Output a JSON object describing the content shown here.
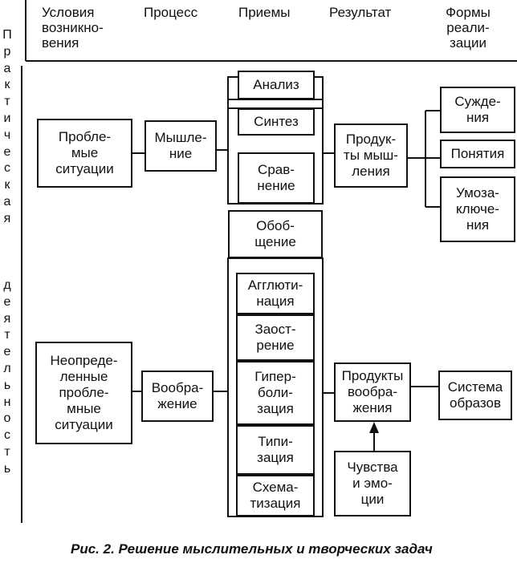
{
  "columns": {
    "conditions": "Условия\nвозникно-\nвения",
    "process": "Процесс",
    "techniques": "Приемы",
    "result": "Результат",
    "forms": "Формы\nреали-\nзации"
  },
  "side_label": {
    "top": [
      "П",
      "р",
      "а",
      "к",
      "т",
      "и",
      "ч",
      "е",
      "с",
      "к",
      "а",
      "я"
    ],
    "bottom": [
      "д",
      "е",
      "я",
      "т",
      "е",
      "л",
      "ь",
      "н",
      "о",
      "с",
      "т",
      "ь"
    ]
  },
  "boxes": {
    "problem_situations": "Пробле-\nмые\nситуации",
    "uncertain_situations": "Неопреде-\nленные\nпробле-\nмные\nситуации",
    "thinking": "Мышле-\nние",
    "imagination": "Вообра-\nжение",
    "analysis": "Анализ",
    "synthesis": "Синтез",
    "comparison": "Срав-\nнение",
    "generalization": "Обоб-\nщение",
    "agglutination": "Агглюти-\nнация",
    "sharpening": "Заост-\nрение",
    "hyperbolization": "Гипер-\nболи-\nзация",
    "typification": "Типи-\nзация",
    "schematization": "Схема-\nтизация",
    "thinking_products": "Продук-\nты мыш-\nления",
    "imagination_products": "Продукты\nвообра-\nжения",
    "feelings": "Чувства\nи эмо-\nции",
    "judgments": "Сужде-\nния",
    "concepts": "Понятия",
    "inferences": "Умоза-\nключе-\nния",
    "image_system": "Система\nобразов"
  },
  "caption": "Рис. 2. Решение мыслительных и творческих задач"
}
